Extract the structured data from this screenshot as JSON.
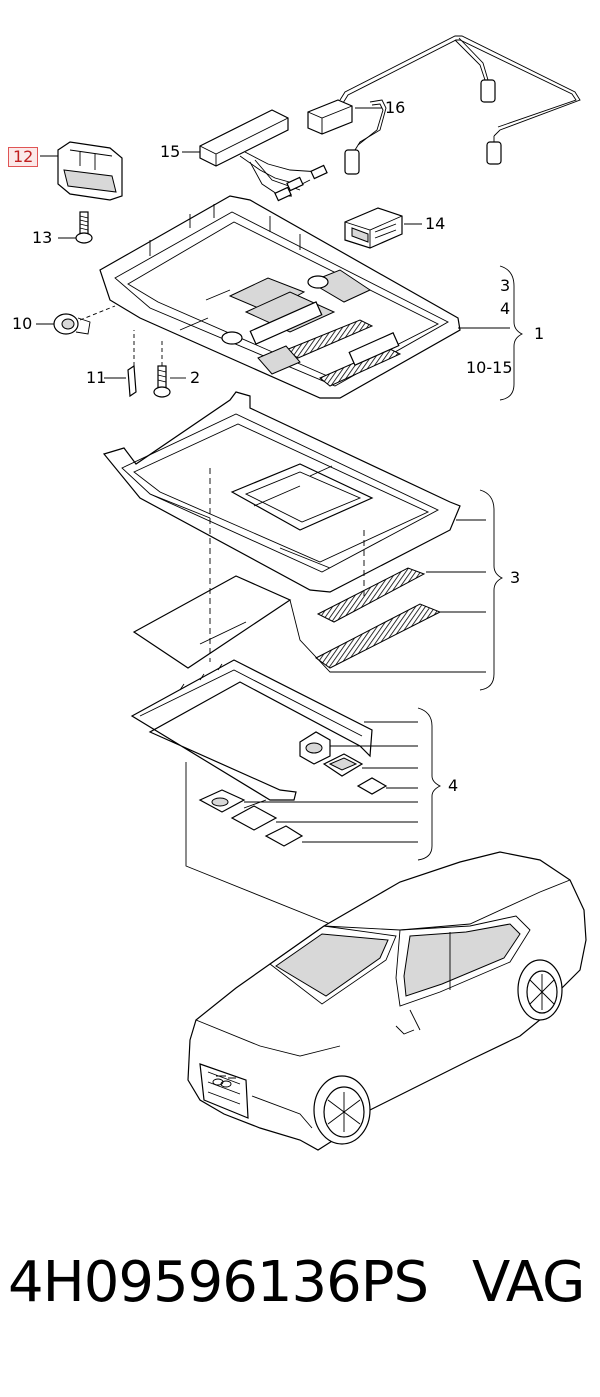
{
  "callouts": {
    "c12": "12",
    "c13": "13",
    "c15": "15",
    "c16": "16",
    "c14": "14",
    "c10": "10",
    "c11": "11",
    "c2": "2",
    "c1": "1",
    "c3a": "3",
    "c4a": "4",
    "c10_15": "10-15",
    "c3b": "3",
    "c4b": "4"
  },
  "footer": {
    "part_number": "4H09596136PS",
    "brand": "VAG"
  },
  "highlight_color": "#e05555"
}
